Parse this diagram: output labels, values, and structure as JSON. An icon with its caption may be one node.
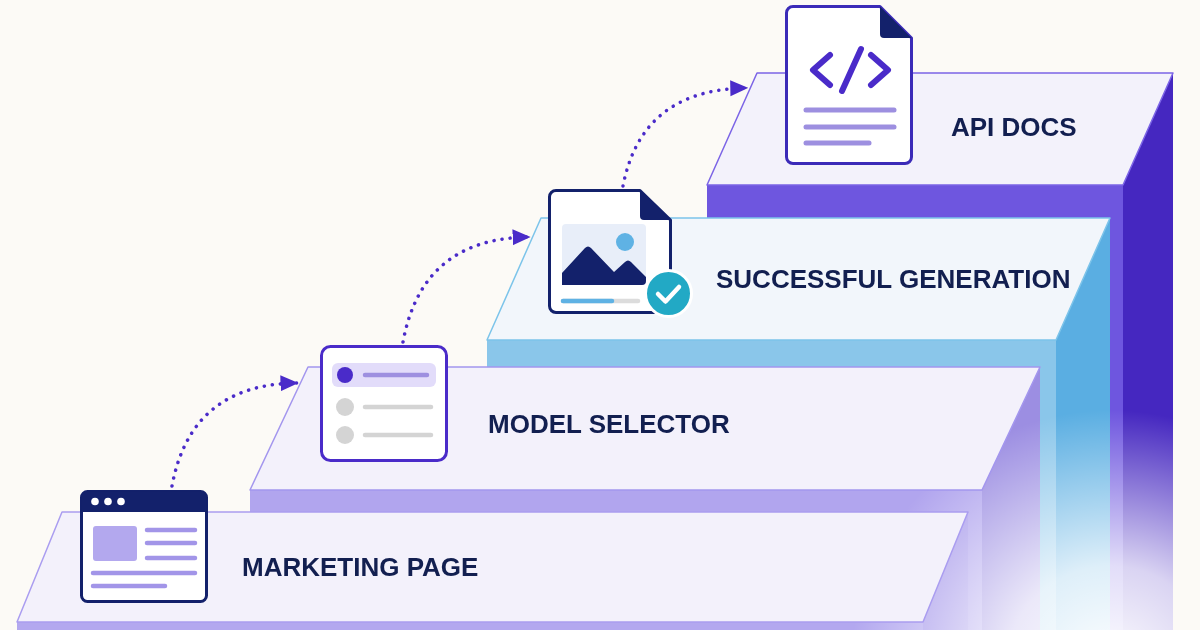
{
  "diagram": {
    "nodes": [
      {
        "text": [
          "MARKETING PAGE"
        ]
      },
      {
        "text": [
          "MODEL SELECTOR"
        ]
      },
      {
        "text": [
          "SUCCESSFUL GENERATION"
        ]
      },
      {
        "text": [
          "API DOCS"
        ]
      }
    ],
    "edges": [
      {
        "from": 0,
        "to": 1,
        "arrow": "to",
        "style": "dashed"
      },
      {
        "from": 1,
        "to": 2,
        "arrow": "to",
        "style": "dashed"
      },
      {
        "from": 2,
        "to": 3,
        "arrow": "to",
        "style": "dashed"
      }
    ]
  }
}
